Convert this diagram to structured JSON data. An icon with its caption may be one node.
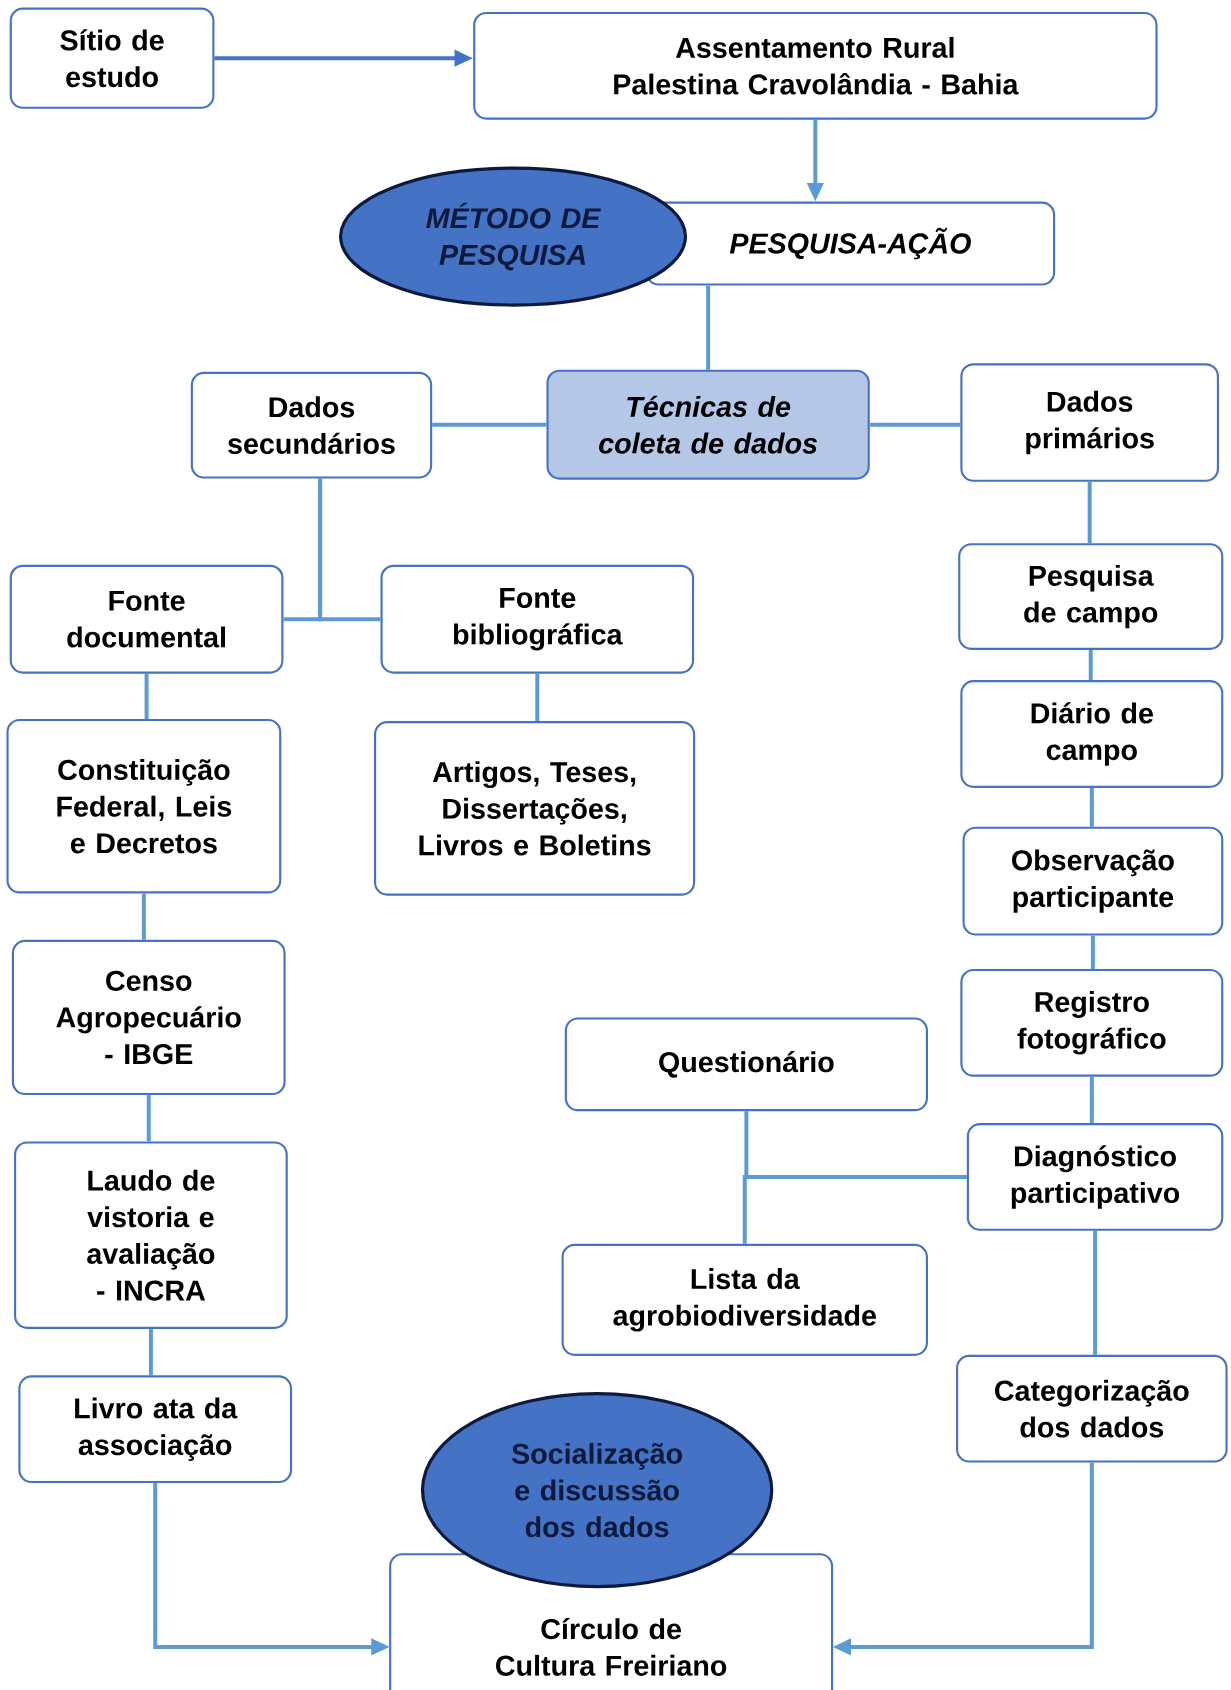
{
  "diagram": {
    "nodes": [
      {
        "text": [
          "Sítio de estudo"
        ]
      },
      {
        "text": [
          "Assentamento Rural Palestina Cravolândia - Bahia"
        ]
      },
      {
        "text": [
          "MÉTODO DE PESQUISA"
        ]
      },
      {
        "text": [
          "PESQUISA-AÇÃO"
        ]
      },
      {
        "text": [
          "Dados secundários"
        ]
      },
      {
        "text": [
          "Técnicas de coleta de dados"
        ]
      },
      {
        "text": [
          "Dados primários"
        ]
      },
      {
        "text": [
          "Fonte documental"
        ]
      },
      {
        "text": [
          "Fonte bibliográfica"
        ]
      },
      {
        "text": [
          "Constituição Federal, Leis e Decretos"
        ]
      },
      {
        "text": [
          "Artigos, Teses, Dissertações, Livros e Boletins"
        ]
      },
      {
        "text": [
          "Pesquisa de campo"
        ]
      },
      {
        "text": [
          "Diário de campo"
        ]
      },
      {
        "text": [
          "Observação participante"
        ]
      },
      {
        "text": [
          "Censo Agropecuário - IBGE"
        ]
      },
      {
        "text": [
          "Registro fotográfico"
        ]
      },
      {
        "text": [
          "Questionário"
        ]
      },
      {
        "text": [
          "Laudo de vistoria e avaliação - INCRA"
        ]
      },
      {
        "text": [
          "Diagnóstico participativo"
        ]
      },
      {
        "text": [
          "Lista da agrobiodiversidade"
        ]
      },
      {
        "text": [
          "Livro ata da associação"
        ]
      },
      {
        "text": [
          "Categorização dos dados"
        ]
      },
      {
        "text": [
          "Socialização e discussão dos dados"
        ]
      },
      {
        "text": [
          "Círculo de Cultura Freiriano"
        ]
      }
    ],
    "edges": [
      {
        "from": 0,
        "to": 1,
        "arrow": "to",
        "color": "#4472c4"
      },
      {
        "from": 1,
        "to": 3,
        "arrow": "to"
      },
      {
        "from": 3,
        "to": 5,
        "arrow": "none"
      },
      {
        "from": 5,
        "to": 4,
        "arrow": "none"
      },
      {
        "from": 5,
        "to": 6,
        "arrow": "none"
      },
      {
        "from": 4,
        "to": 7,
        "arrow": "none"
      },
      {
        "from": 4,
        "to": 8,
        "arrow": "none"
      },
      {
        "from": 7,
        "to": 9,
        "arrow": "none"
      },
      {
        "from": 8,
        "to": 10,
        "arrow": "none"
      },
      {
        "from": 9,
        "to": 14,
        "arrow": "none"
      },
      {
        "from": 14,
        "to": 17,
        "arrow": "none"
      },
      {
        "from": 17,
        "to": 20,
        "arrow": "none"
      },
      {
        "from": 6,
        "to": 11,
        "arrow": "none"
      },
      {
        "from": 11,
        "to": 12,
        "arrow": "none"
      },
      {
        "from": 12,
        "to": 13,
        "arrow": "none"
      },
      {
        "from": 13,
        "to": 15,
        "arrow": "none"
      },
      {
        "from": 15,
        "to": 18,
        "arrow": "none"
      },
      {
        "from": 18,
        "to": 16,
        "arrow": "none"
      },
      {
        "from": 18,
        "to": 19,
        "arrow": "none"
      },
      {
        "from": 18,
        "to": 21,
        "arrow": "none"
      },
      {
        "from": 20,
        "to": 23,
        "arrow": "to"
      },
      {
        "from": 21,
        "to": 23,
        "arrow": "to"
      }
    ]
  }
}
